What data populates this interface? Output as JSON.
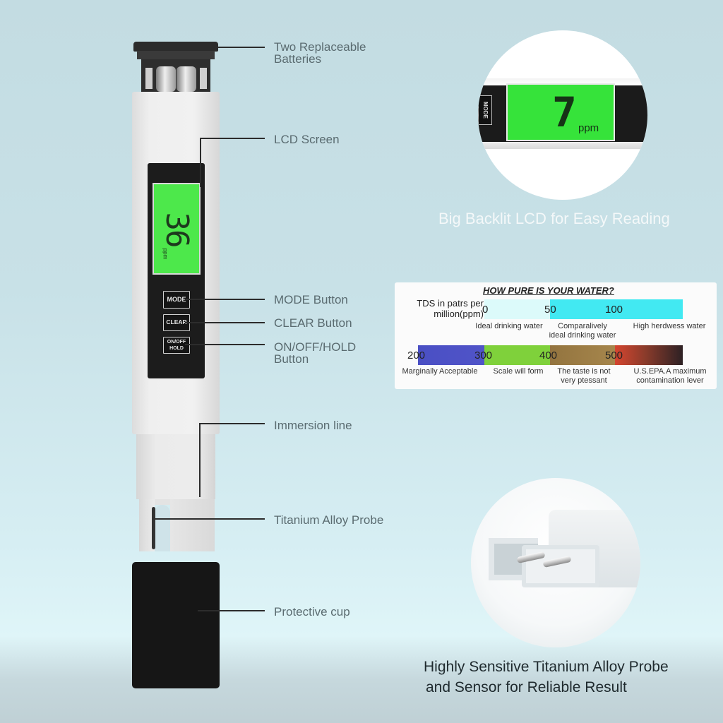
{
  "callouts": {
    "batteries": "Two Replaceable\nBatteries",
    "batteries_line1": "Two Replaceable",
    "batteries_line2": "Batteries",
    "lcd_screen": "LCD Screen",
    "mode_button": "MODE Button",
    "clear_button": "CLEAR Button",
    "onoff_line1": "ON/OFF/HOLD",
    "onoff_line2": "Button",
    "immersion_line": "Immersion line",
    "probe": "Titanium Alloy Probe",
    "protective_cup": "Protective cup"
  },
  "pen": {
    "lcd_value": "36",
    "lcd_unit": "ppm",
    "buttons": {
      "mode": "MODE",
      "clear": "CLEAR",
      "onoff_line1": "ON/OFF",
      "onoff_line2": "HOLD"
    }
  },
  "lcd_zoom": {
    "value": "7",
    "unit": "ppm",
    "mode_label": "MODE",
    "caption": "Big Backlit LCD for Easy Reading"
  },
  "probe_zoom": {
    "caption_line1": "Highly Sensitive Titanium Alloy Probe",
    "caption_line2": "and Sensor for Reliable Result"
  },
  "chart_data": {
    "type": "table",
    "title": "HOW PURE IS YOUR WATER?",
    "ylabel_line1": "TDS in patrs per",
    "ylabel_line2": "million(ppm)",
    "unit": "ppm",
    "rows": [
      {
        "ticks": [
          "0",
          "50",
          "100"
        ],
        "segments": [
          {
            "range": [
              0,
              50
            ],
            "color": "#dcfafa",
            "label_line1": "Ideal drinking water",
            "label_line2": ""
          },
          {
            "range": [
              50,
              100
            ],
            "color": "#42e9f2",
            "label_line1": "Comparalively",
            "label_line2": "ideal drinking water"
          },
          {
            "range": [
              100,
              200
            ],
            "color": "#42e9f2",
            "label_line1": "High herdwess water",
            "label_line2": ""
          }
        ]
      },
      {
        "ticks": [
          "200",
          "300",
          "400",
          "500"
        ],
        "segments": [
          {
            "range": [
              200,
              300
            ],
            "color": "#5052c4",
            "label_line1": "Marginally Acceptable",
            "label_line2": ""
          },
          {
            "range": [
              300,
              400
            ],
            "color": "#7fd13b",
            "label_line1": "Scale will form",
            "label_line2": ""
          },
          {
            "range": [
              400,
              500
            ],
            "color": "#9e7f48",
            "label_line1": "The taste is not",
            "label_line2": "very ptessant"
          },
          {
            "range": [
              500,
              600
            ],
            "color": "#d5452f",
            "label_line1": "U.S.EPA.A maximum",
            "label_line2": "contamination lever"
          }
        ]
      }
    ]
  },
  "colors": {
    "background": "#c8e1e7",
    "lcd_green": "#4de84b",
    "label_text": "#5a6b70"
  }
}
